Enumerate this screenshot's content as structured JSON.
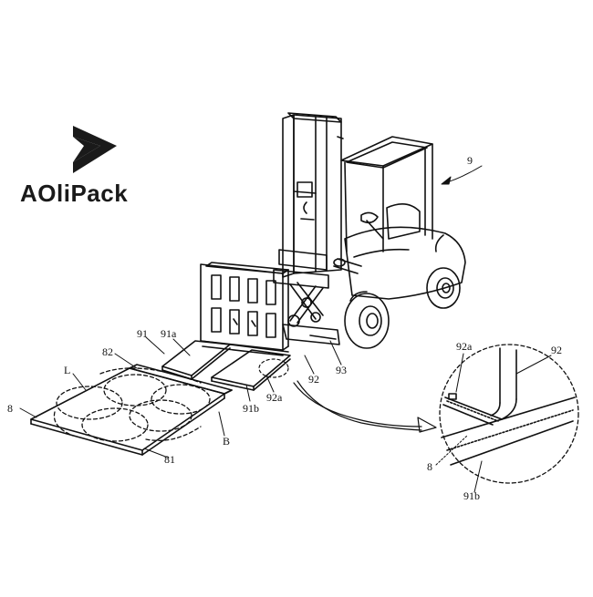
{
  "brand": {
    "name": "AOliPack",
    "logo_icon": "play-chevron-logo",
    "color": "#1a1a1a"
  },
  "labels": {
    "forklift": "9",
    "fork_assembly": "91",
    "fork_left_tine": "91a",
    "fork_right_tine": "91b",
    "clamp_plate": "92",
    "clamp_edge": "92a",
    "lift_bracket": "93",
    "sheet": "8",
    "sheet_front_edge": "81",
    "sheet_back_edge": "82",
    "load_side": "L",
    "bend_line": "B",
    "detail_clamp_edge": "92a",
    "detail_clamp_plate": "92",
    "detail_sheet": "8",
    "detail_tine": "91b"
  },
  "colors": {
    "line": "#111111",
    "background": "#ffffff"
  }
}
